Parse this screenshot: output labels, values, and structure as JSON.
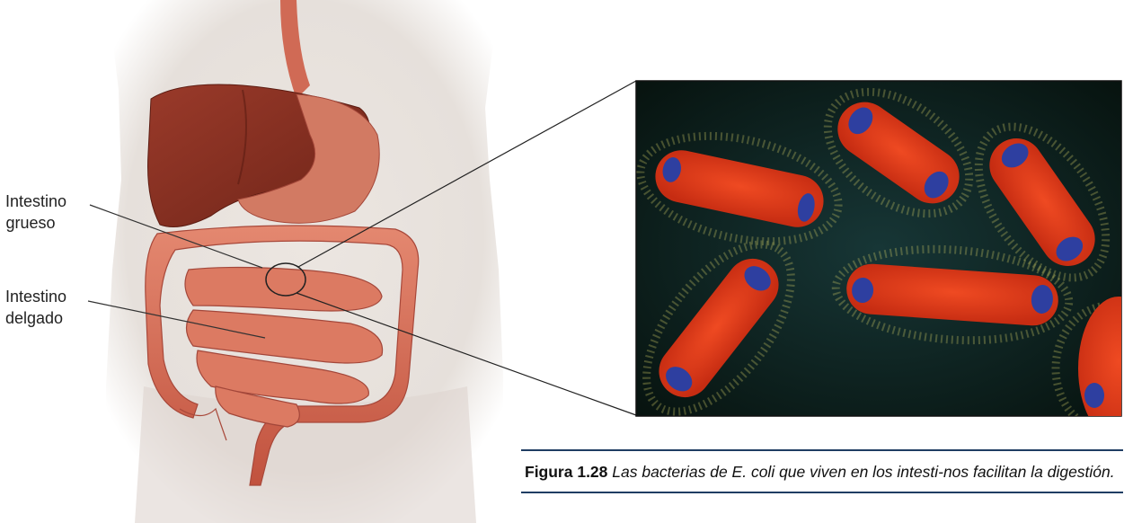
{
  "labels": {
    "large_intestine": {
      "line1": "Intestino",
      "line2": "grueso"
    },
    "small_intestine": {
      "line1": "Intestino",
      "line2": "delgado"
    }
  },
  "caption": {
    "figure_number": "Figura 1.28",
    "text": "Las bacterias de E. coli que viven en los intesti-nos facilitan la digestión."
  },
  "colors": {
    "caption_rule": "#1f3d63",
    "bacteria": "#e2391c",
    "micrograph_bg": "#0c1c1c",
    "flagella": "#d9d36a",
    "nucleoid": "#2e3fa0"
  }
}
